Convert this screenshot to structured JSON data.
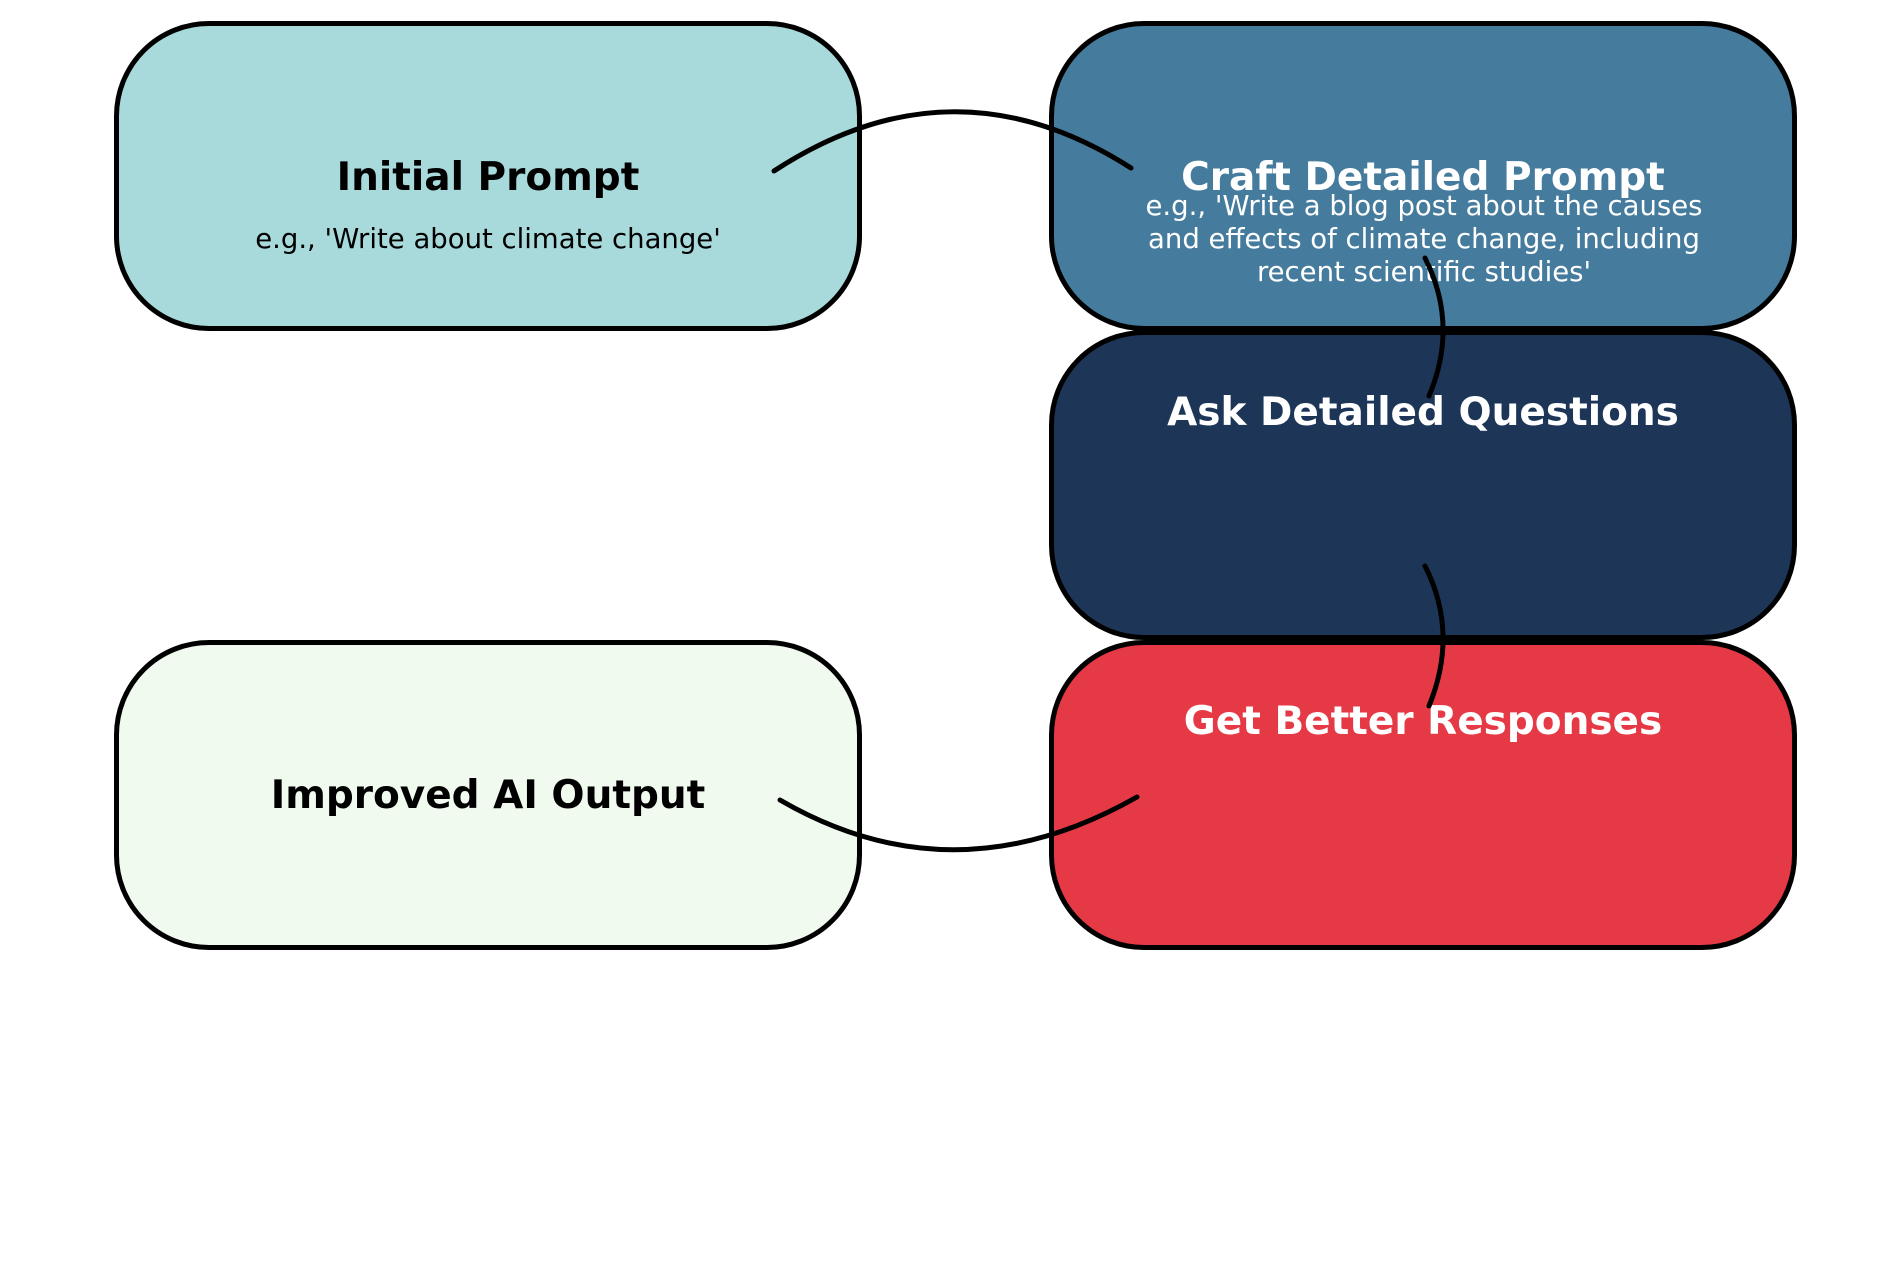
{
  "nodes": {
    "initial_prompt": {
      "title": "Initial Prompt",
      "subtitle": "e.g., 'Write about climate change'",
      "fill": "#a8dadc",
      "text_color": "#000000"
    },
    "craft_detailed_prompt": {
      "title": "Craft Detailed Prompt",
      "subtitle_lines": [
        "e.g., 'Write a blog post about the causes",
        "and effects of climate change, including",
        "recent scientific studies'"
      ],
      "fill": "#457b9d",
      "text_color": "#ffffff"
    },
    "ask_detailed_questions": {
      "title": "Ask Detailed Questions",
      "fill": "#1d3557",
      "text_color": "#ffffff"
    },
    "get_better_responses": {
      "title": "Get Better Responses",
      "fill": "#e63946",
      "text_color": "#ffffff"
    },
    "improved_ai_output": {
      "title": "Improved AI Output",
      "fill": "#f1faee",
      "text_color": "#000000"
    }
  },
  "edges": [
    {
      "from": "initial_prompt",
      "to": "craft_detailed_prompt"
    },
    {
      "from": "craft_detailed_prompt",
      "to": "ask_detailed_questions"
    },
    {
      "from": "ask_detailed_questions",
      "to": "get_better_responses"
    },
    {
      "from": "get_better_responses",
      "to": "improved_ai_output"
    }
  ],
  "colors": {
    "border": "#000000",
    "connector": "#000000",
    "background": "#ffffff"
  }
}
